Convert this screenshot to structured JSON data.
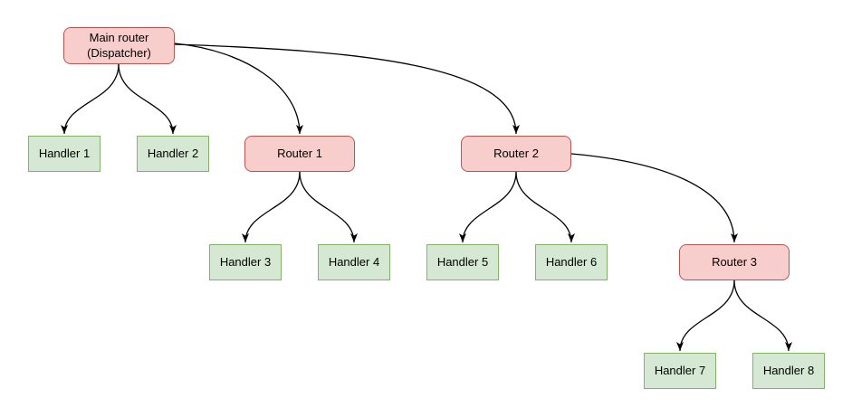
{
  "diagram": {
    "nodes": {
      "main_router": {
        "label": "Main router\n(Dispatcher)",
        "type": "router"
      },
      "router_1": {
        "label": "Router 1",
        "type": "router"
      },
      "router_2": {
        "label": "Router 2",
        "type": "router"
      },
      "router_3": {
        "label": "Router 3",
        "type": "router"
      },
      "handler_1": {
        "label": "Handler 1",
        "type": "handler"
      },
      "handler_2": {
        "label": "Handler 2",
        "type": "handler"
      },
      "handler_3": {
        "label": "Handler 3",
        "type": "handler"
      },
      "handler_4": {
        "label": "Handler 4",
        "type": "handler"
      },
      "handler_5": {
        "label": "Handler 5",
        "type": "handler"
      },
      "handler_6": {
        "label": "Handler 6",
        "type": "handler"
      },
      "handler_7": {
        "label": "Handler 7",
        "type": "handler"
      },
      "handler_8": {
        "label": "Handler 8",
        "type": "handler"
      }
    },
    "edges": [
      {
        "from": "main_router",
        "to": "handler_1"
      },
      {
        "from": "main_router",
        "to": "handler_2"
      },
      {
        "from": "main_router",
        "to": "router_1"
      },
      {
        "from": "main_router",
        "to": "router_2"
      },
      {
        "from": "router_1",
        "to": "handler_3"
      },
      {
        "from": "router_1",
        "to": "handler_4"
      },
      {
        "from": "router_2",
        "to": "handler_5"
      },
      {
        "from": "router_2",
        "to": "handler_6"
      },
      {
        "from": "router_2",
        "to": "router_3"
      },
      {
        "from": "router_3",
        "to": "handler_7"
      },
      {
        "from": "router_3",
        "to": "handler_8"
      }
    ],
    "colors": {
      "router_fill": "#f8cecc",
      "router_border": "#b85450",
      "handler_fill": "#d5e8d4",
      "handler_border": "#82b366",
      "edge_color": "#000000",
      "background": "#ffffff"
    }
  }
}
